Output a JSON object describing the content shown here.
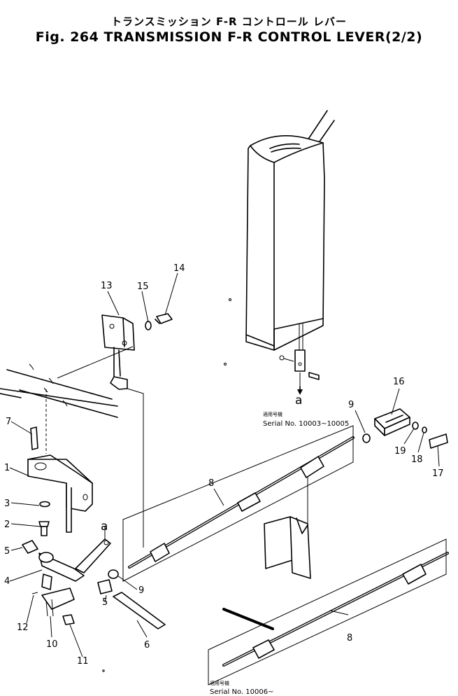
{
  "title": {
    "japanese": "トランスミッション F-R コントロール レバー",
    "english": "Fig. 264 TRANSMISSION F-R CONTROL LEVER(2/2)"
  },
  "callouts": [
    "1",
    "2",
    "3",
    "4",
    "5",
    "5",
    "6",
    "7",
    "8",
    "8",
    "9",
    "9",
    "10",
    "11",
    "12",
    "13",
    "14",
    "15",
    "16",
    "17",
    "18",
    "19"
  ],
  "reference_labels": [
    "a",
    "a"
  ],
  "serial_notes": [
    {
      "heading": "適用号機",
      "text": "Serial No. 10003~10005"
    },
    {
      "heading": "適用号機",
      "text": "Serial No. 10006~"
    }
  ]
}
